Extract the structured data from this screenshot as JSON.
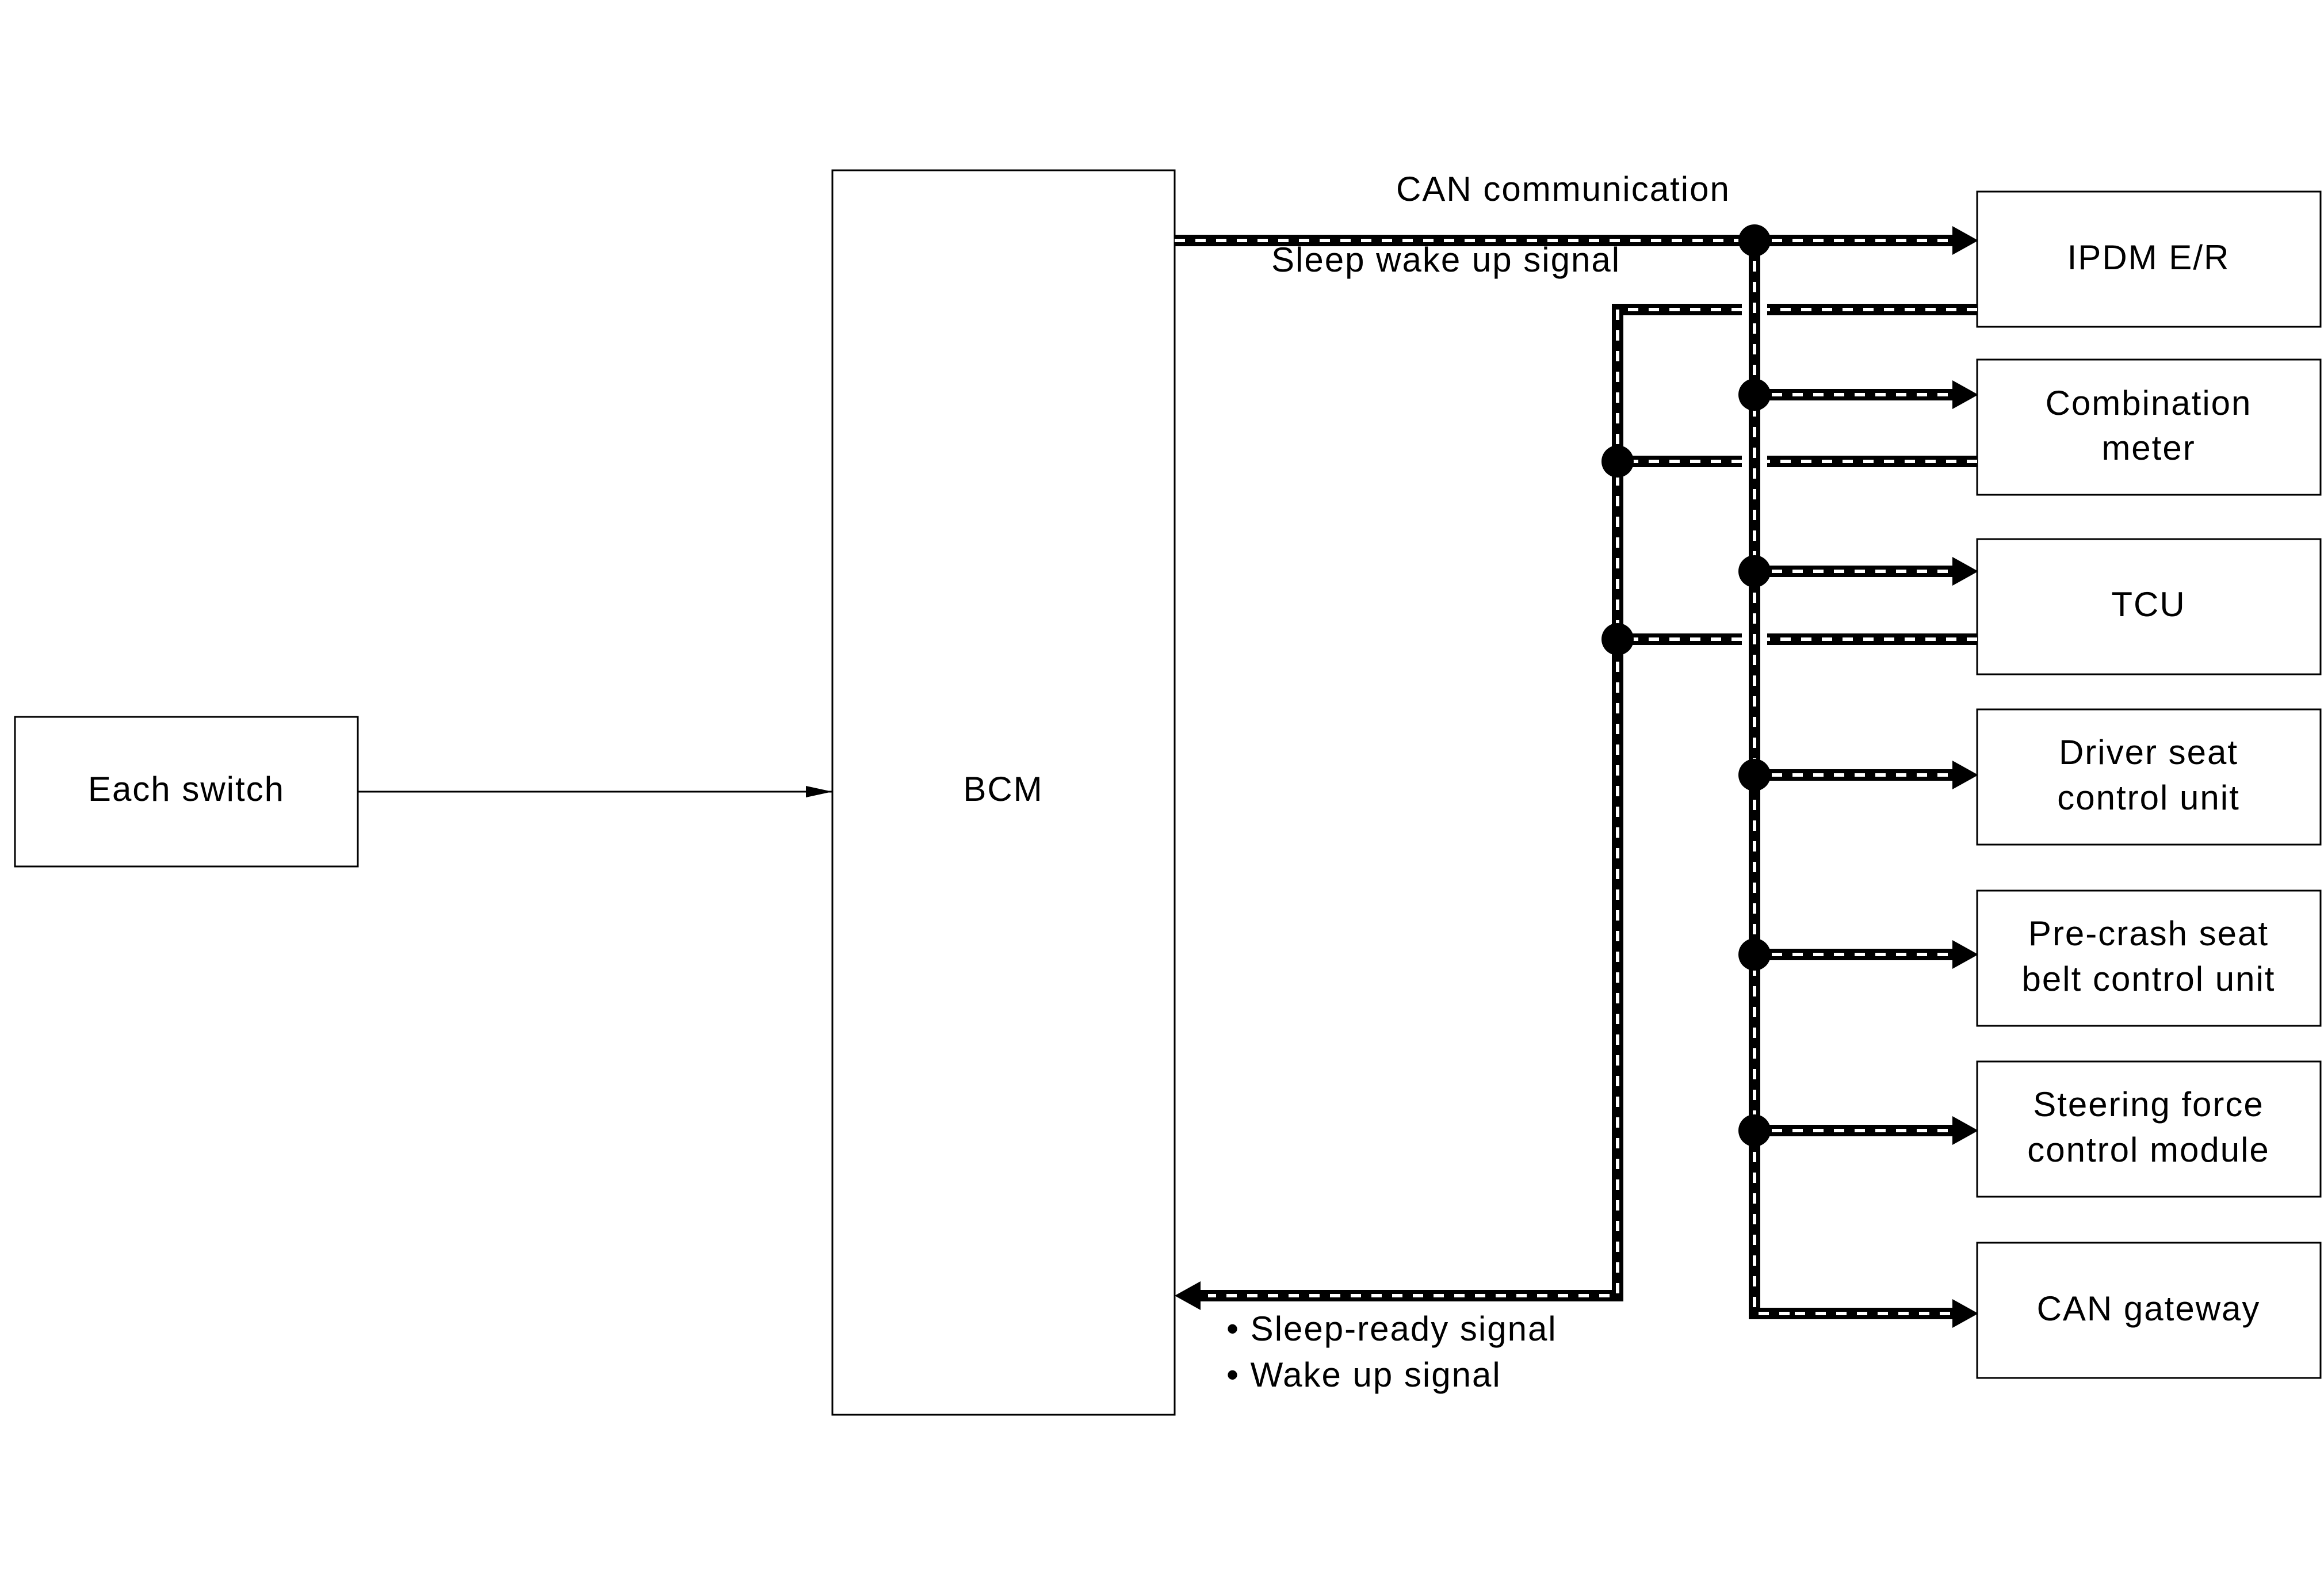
{
  "modules": {
    "each_switch": "Each switch",
    "bcm": "BCM",
    "ipdm": "IPDM E/R",
    "combination_meter": [
      "Combination",
      "meter"
    ],
    "tcu": "TCU",
    "driver_seat": [
      "Driver seat",
      "control unit"
    ],
    "pre_crash": [
      "Pre-crash seat",
      "belt control unit"
    ],
    "steering": [
      "Steering force",
      "control module"
    ],
    "can_gateway": "CAN gateway"
  },
  "labels": {
    "can_communication": "CAN communication",
    "sleep_wake_up_signal": "Sleep wake up signal",
    "sleep_ready_signal": "• Sleep-ready signal",
    "wake_up_signal": "• Wake up signal"
  }
}
